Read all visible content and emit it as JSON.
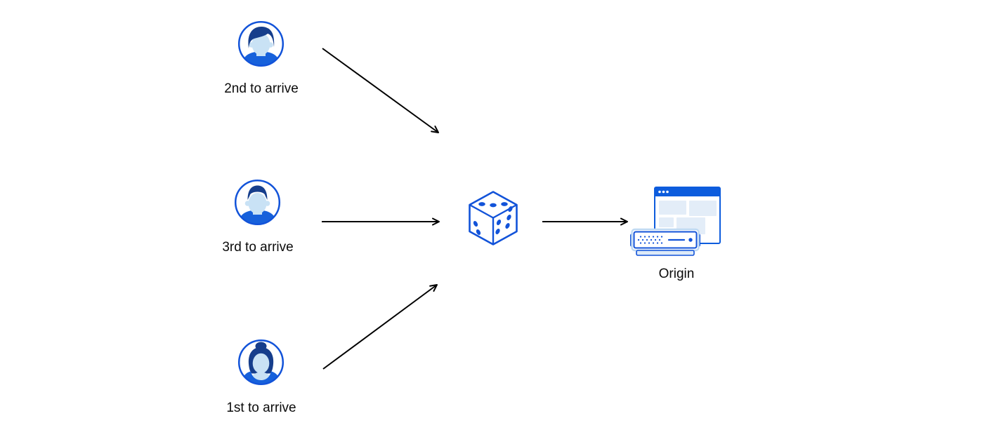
{
  "nodes": {
    "client_second": {
      "label": "2nd to arrive",
      "icon": "avatar-man-side-swept-hair"
    },
    "client_third": {
      "label": "3rd to arrive",
      "icon": "avatar-man-short-hair"
    },
    "client_first": {
      "label": "1st to arrive",
      "icon": "avatar-woman-hair-bun"
    },
    "selector": {
      "icon": "dice"
    },
    "origin": {
      "label": "Origin",
      "icon": "origin-browser-and-server"
    }
  },
  "connections": [
    {
      "from": "client_second",
      "to": "selector"
    },
    {
      "from": "client_third",
      "to": "selector"
    },
    {
      "from": "client_first",
      "to": "selector"
    },
    {
      "from": "selector",
      "to": "origin"
    }
  ],
  "colors": {
    "background": "#ffffff",
    "text": "#0b0b0b",
    "arrow": "#000000",
    "stroke_blue": "#1253d9",
    "primary_blue": "#0d5cdd",
    "shirt_blue": "#1761db",
    "hair_navy": "#163e8c",
    "face_light": "#c9e2f5",
    "panel_light": "#e3edf8",
    "halo_light": "#bfd9f2",
    "base_light": "#ddeaf8"
  }
}
